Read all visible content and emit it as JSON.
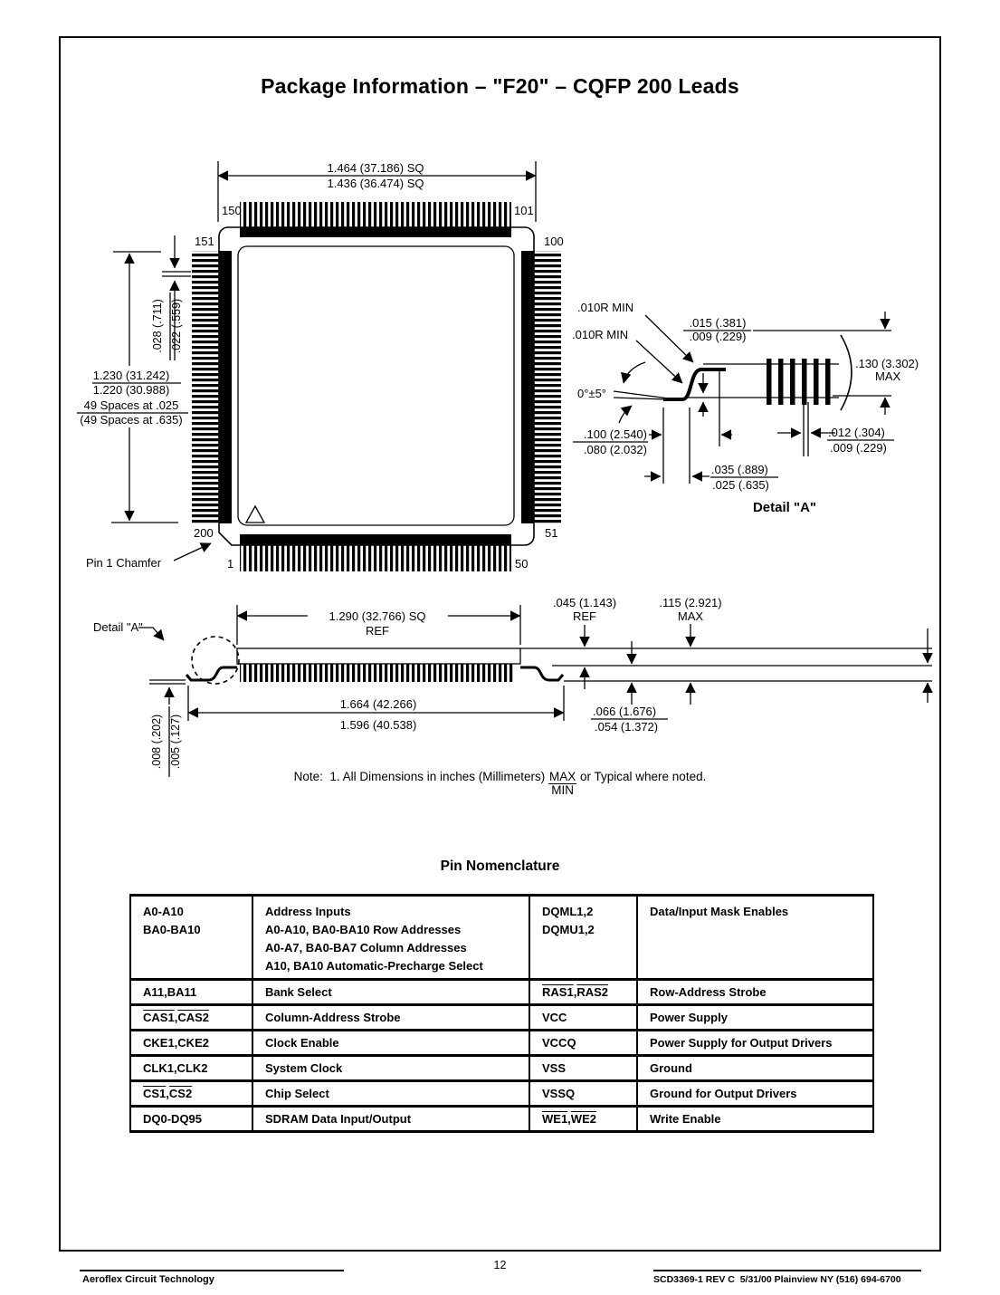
{
  "page": {
    "title": "Package Information – \"F20\" – CQFP 200 Leads",
    "page_number": "12"
  },
  "top_view": {
    "dim_top_max": "1.464 (37.186) SQ",
    "dim_top_min": "1.436 (36.474) SQ",
    "dim_left_max": "1.230 (31.242)",
    "dim_left_min": "1.220 (30.988)",
    "dim_left_spaces": "49 Spaces at .025",
    "dim_left_spaces_mm": "(49 Spaces at .635)",
    "pitch_max": ".028 (.711)",
    "pitch_min": ".022 (.559)",
    "chamfer_label": "Pin 1 Chamfer",
    "pins": {
      "top_left": "150",
      "top_right": "101",
      "left_top": "151",
      "right_top": "100",
      "left_bottom": "200",
      "right_bottom": "51",
      "bottom_left": "1",
      "bottom_right": "50"
    }
  },
  "detail_a": {
    "radius_1": ".010R MIN",
    "radius_2": ".010R MIN",
    "lead_thick_max": ".015 (.381)",
    "lead_thick_min": ".009 (.229)",
    "angle": "0°±5°",
    "foot_max": ".100 (2.540)",
    "foot_min": ".080 (2.032)",
    "bend_max": ".035 (.889)",
    "bend_min": ".025 (.635)",
    "lead_w_max": ".012 (.304)",
    "lead_w_min": ".009 (.229)",
    "height_max": ".130 (3.302)",
    "height_max_label": "MAX",
    "caption": "Detail \"A\""
  },
  "side_view": {
    "detail_ref": "Detail \"A\"",
    "body_sq": "1.290 (32.766) SQ",
    "body_sq_ref": "REF",
    "standoff_val": ".045 (1.143)",
    "standoff_label": "REF",
    "height_val": ".115 (2.921)",
    "height_label": "MAX",
    "span_max": "1.664 (42.266)",
    "span_min": "1.596 (40.538)",
    "lead_h_max": ".066 (1.676)",
    "lead_h_min": ".054 (1.372)",
    "stand_max": ".008 (.202)",
    "stand_min": ".005 (.127)"
  },
  "note": {
    "prefix": "Note:  1. All Dimensions in inches (Millimeters) ",
    "frac_top": "MAX",
    "frac_bottom": "MIN",
    "suffix": " or Typical where noted."
  },
  "pin_table": {
    "title": "Pin Nomenclature",
    "rows": [
      {
        "c1": [
          [
            {
              "t": "A0-A10"
            }
          ],
          [
            {
              "t": "BA0-BA10"
            }
          ]
        ],
        "c2": [
          [
            {
              "t": "Address Inputs"
            }
          ],
          [
            {
              "t": "A0-A10, BA0-BA10 Row Addresses"
            }
          ],
          [
            {
              "t": "A0-A7, BA0-BA7 Column Addresses"
            }
          ],
          [
            {
              "t": "A10, BA10 Automatic-Precharge Select"
            }
          ]
        ],
        "c3": [
          [
            {
              "t": "DQML1,2"
            }
          ],
          [
            {
              "t": "DQMU1,2"
            }
          ]
        ],
        "c4": [
          [
            {
              "t": "Data/Input Mask Enables"
            }
          ]
        ]
      },
      {
        "c1": [
          [
            {
              "t": "A11,BA11"
            }
          ]
        ],
        "c2": [
          [
            {
              "t": "Bank Select"
            }
          ]
        ],
        "c3": [
          [
            {
              "t": "RAS1",
              "ov": true
            },
            {
              "t": ","
            },
            {
              "t": "RAS2",
              "ov": true
            }
          ]
        ],
        "c4": [
          [
            {
              "t": "Row-Address Strobe"
            }
          ]
        ]
      },
      {
        "c1": [
          [
            {
              "t": "CAS1",
              "ov": true
            },
            {
              "t": ","
            },
            {
              "t": "CAS2",
              "ov": true
            }
          ]
        ],
        "c2": [
          [
            {
              "t": "Column-Address Strobe"
            }
          ]
        ],
        "c3": [
          [
            {
              "t": "VCC"
            }
          ]
        ],
        "c4": [
          [
            {
              "t": "Power Supply"
            }
          ]
        ]
      },
      {
        "c1": [
          [
            {
              "t": "CKE1,CKE2"
            }
          ]
        ],
        "c2": [
          [
            {
              "t": "Clock Enable"
            }
          ]
        ],
        "c3": [
          [
            {
              "t": "VCCQ"
            }
          ]
        ],
        "c4": [
          [
            {
              "t": "Power Supply for Output Drivers"
            }
          ]
        ]
      },
      {
        "c1": [
          [
            {
              "t": "CLK1,CLK2"
            }
          ]
        ],
        "c2": [
          [
            {
              "t": "System Clock"
            }
          ]
        ],
        "c3": [
          [
            {
              "t": "VSS"
            }
          ]
        ],
        "c4": [
          [
            {
              "t": "Ground"
            }
          ]
        ]
      },
      {
        "c1": [
          [
            {
              "t": "CS1",
              "ov": true
            },
            {
              "t": ","
            },
            {
              "t": "CS2",
              "ov": true
            }
          ]
        ],
        "c2": [
          [
            {
              "t": "Chip Select"
            }
          ]
        ],
        "c3": [
          [
            {
              "t": "VSSQ"
            }
          ]
        ],
        "c4": [
          [
            {
              "t": "Ground for Output Drivers"
            }
          ]
        ]
      },
      {
        "c1": [
          [
            {
              "t": "DQ0-DQ95"
            }
          ]
        ],
        "c2": [
          [
            {
              "t": "SDRAM Data Input/Output"
            }
          ]
        ],
        "c3": [
          [
            {
              "t": "WE1",
              "ov": true
            },
            {
              "t": ","
            },
            {
              "t": "WE2",
              "ov": true
            }
          ]
        ],
        "c4": [
          [
            {
              "t": "Write Enable"
            }
          ]
        ]
      }
    ]
  },
  "footer": {
    "left": "Aeroflex Circuit Technology",
    "right": "SCD3369-1 REV C  5/31/00 Plainview NY (516) 694-6700"
  }
}
